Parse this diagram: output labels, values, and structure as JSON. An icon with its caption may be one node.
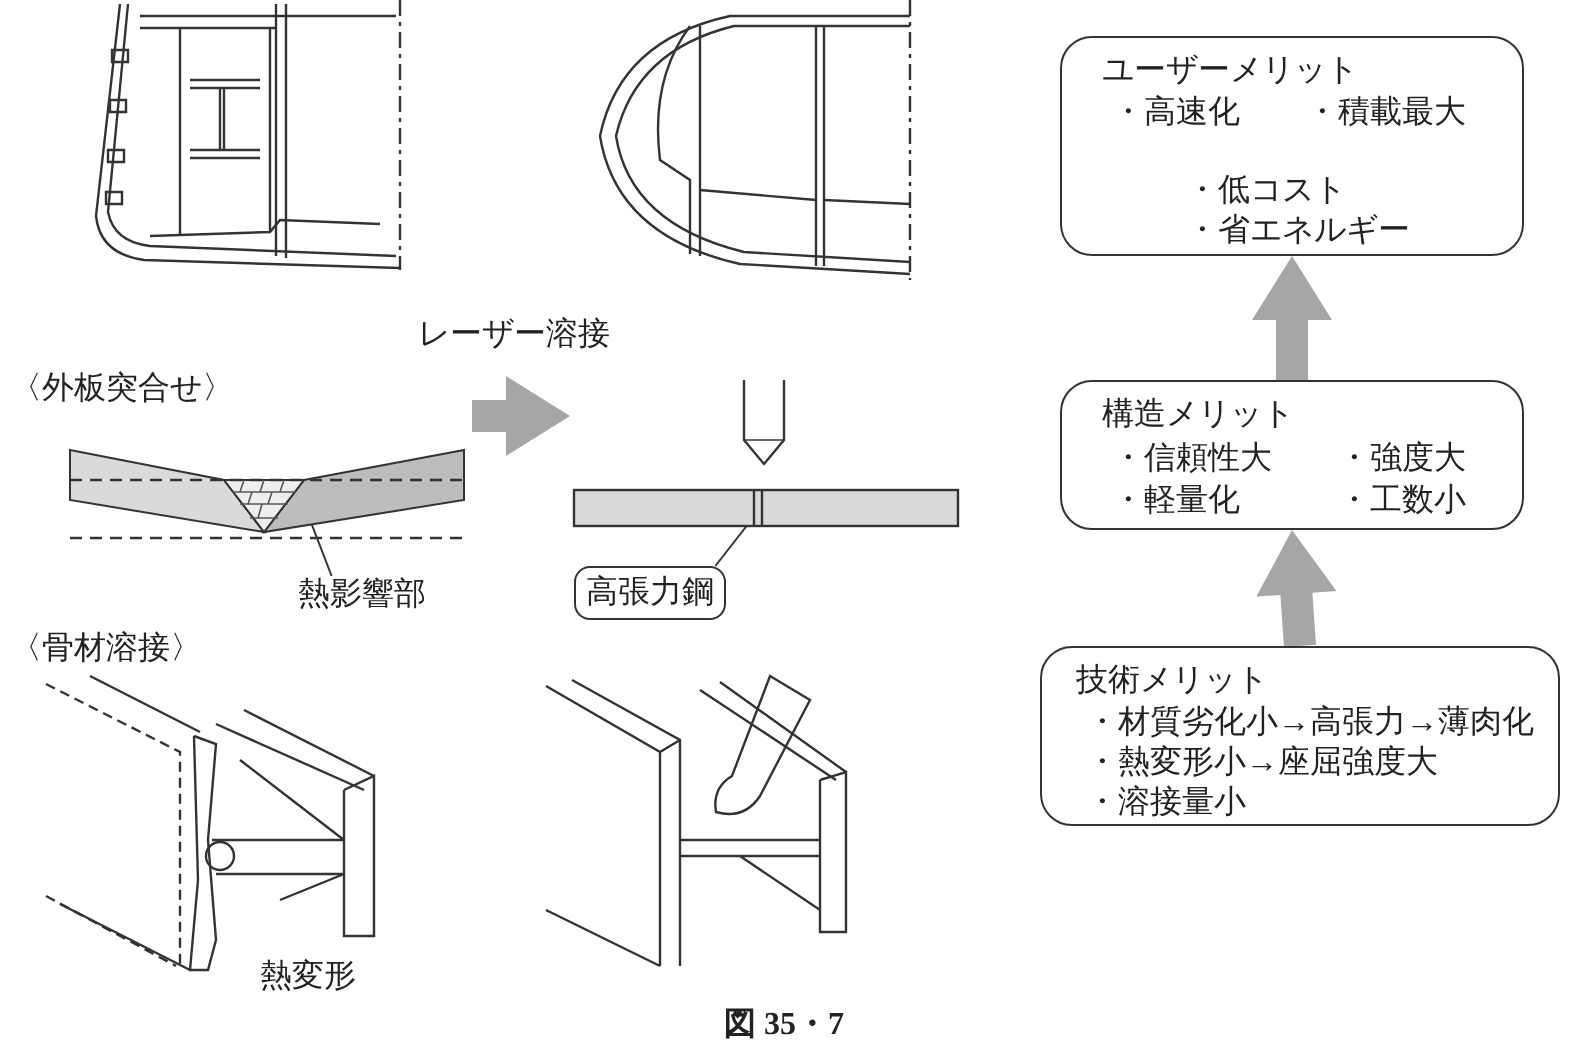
{
  "diagram": {
    "caption": "図 35・7",
    "nodes": [
      {
        "text": [
          "ユーザーメリット",
          "・高速化",
          "・積載最大",
          "・低コスト",
          "・省エネルギー"
        ]
      },
      {
        "text": [
          "構造メリット",
          "・信頼性大",
          "・強度大",
          "・軽量化",
          "・工数小"
        ]
      },
      {
        "text": [
          "技術メリット",
          "・材質劣化小→高張力→薄肉化",
          "・熱変形小→座屈強度大",
          "・溶接量小"
        ]
      },
      {
        "text": [
          "熱影響部"
        ]
      },
      {
        "text": [],
        "shape": "picture"
      },
      {
        "text": [
          "高張力鋼"
        ]
      },
      {
        "text": [],
        "shape": "picture"
      }
    ],
    "edges": [
      {
        "from": 2,
        "to": 1,
        "arrow": "to",
        "style": "thick",
        "color": "#a6a6a6"
      },
      {
        "from": 1,
        "to": 0,
        "arrow": "to",
        "style": "thick",
        "color": "#a6a6a6"
      },
      {
        "from": 4,
        "to": 6,
        "arrow": "to",
        "label": "レーザー溶接",
        "style": "thick",
        "color": "#a6a6a6"
      },
      {
        "from": 3,
        "to": 4,
        "arrow": "none",
        "color": "#333333"
      },
      {
        "from": 5,
        "to": 6,
        "arrow": "none",
        "color": "#333333"
      }
    ],
    "labels": [
      "〈外板突合せ〉",
      "〈骨材溶接〉",
      "熱変形"
    ]
  }
}
